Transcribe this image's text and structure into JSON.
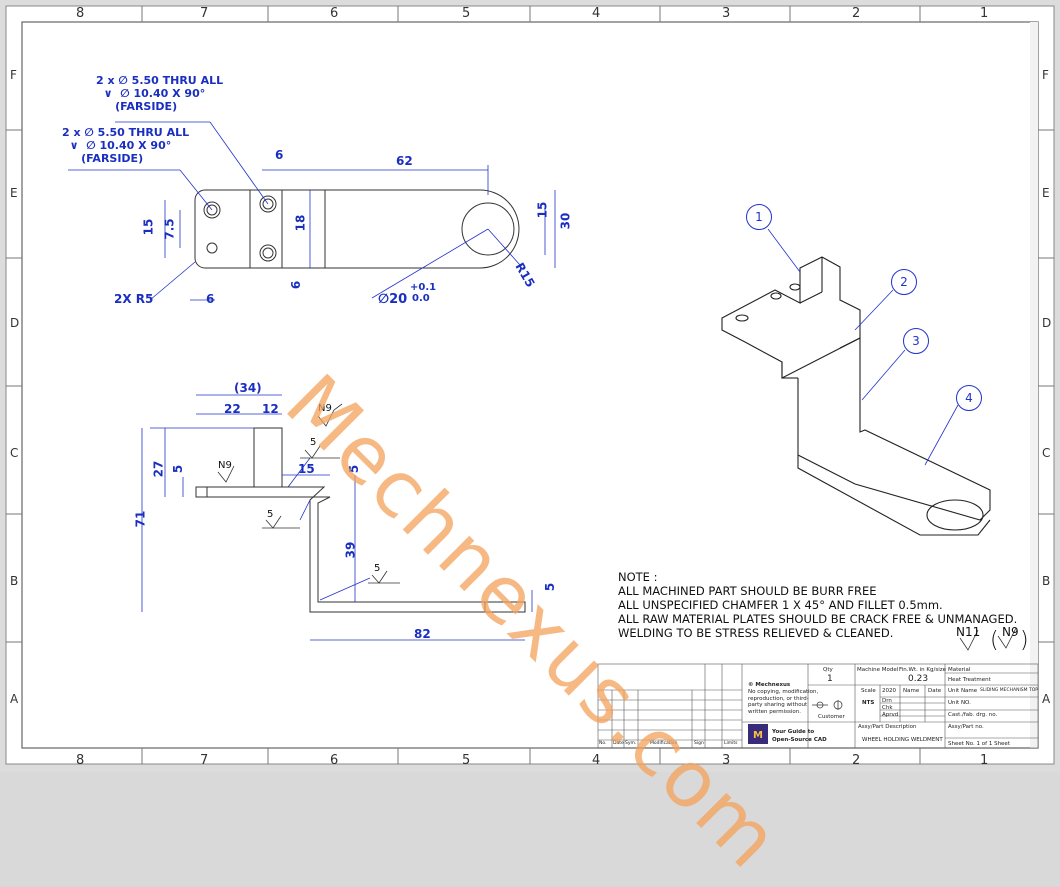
{
  "border": {
    "zones_x": [
      "8",
      "7",
      "6",
      "5",
      "4",
      "3",
      "2",
      "1"
    ],
    "zones_y": [
      "F",
      "E",
      "D",
      "C",
      "B",
      "A"
    ]
  },
  "top_view": {
    "hole_callout_1": "2 x ∅ 5.50 THRU ALL\n  ∨  ∅ 10.40 X 90°\n     (FARSIDE)",
    "hole_callout_2": "2 x ∅ 5.50 THRU ALL\n  ∨  ∅ 10.40 X 90°\n     (FARSIDE)",
    "dims": {
      "d6_top": "6",
      "d62": "62",
      "d15_left": "15",
      "d7_5": "7.5",
      "d18": "18",
      "d6_right": "6",
      "d15_right": "15",
      "d30": "30",
      "r15": "R15",
      "r5": "2X R5",
      "d6_bottom": "6",
      "bore_dia": "∅20",
      "bore_tol_top": "+0.1",
      "bore_tol_bot": "0.0"
    }
  },
  "front_view": {
    "dims": {
      "d34": "(34)",
      "d22": "22",
      "d12": "12",
      "d27": "27",
      "d5_a": "5",
      "d15": "15",
      "d5_b": "5",
      "d71": "71",
      "d39": "39",
      "d5_c": "5",
      "d82": "82"
    },
    "surface_1": "N9",
    "surface_2": "N9",
    "weld_1": "5",
    "weld_2": "5",
    "weld_3": "5"
  },
  "iso_view": {
    "balloons": [
      "1",
      "2",
      "3",
      "4"
    ]
  },
  "notes": {
    "title": "NOTE :",
    "lines": [
      "ALL MACHINED PART SHOULD BE BURR FREE",
      "ALL UNSPECIFIED CHAMFER 1 X 45° AND FILLET 0.5mm.",
      "ALL RAW MATERIAL PLATES SHOULD BE CRACK FREE & UNMANAGED.",
      "WELDING TO BE STRESS RELIEVED & CLEANED."
    ],
    "finish_main": "N11",
    "finish_paren": "N9"
  },
  "title_block": {
    "copyright": "© Mechnexus",
    "copyright_text": "No copying, modification,\nreproduction, or third-\nparty sharing without\nwritten permission.",
    "qty_label": "Qty",
    "qty": "1",
    "machine_model_label": "Machine Model",
    "fin_wt_label": "Fin.Wt. in Kg/size",
    "fin_wt": "0.23",
    "material_label": "Material",
    "heat_label": "Heat Treatment",
    "scale_label": "Scale",
    "scale": "NTS",
    "year": "2020",
    "name_label": "Name",
    "date_label": "Date",
    "unit_name_label": "Unit Name",
    "unit_name": "SLIDING MECHANISM TOP",
    "unit_no_label": "Unit NO.",
    "cast_label": "Cast./fab. drg. no.",
    "drn": "Drn",
    "chk": "Chk",
    "aprvd": "Aprvd",
    "customer_label": "Customer",
    "assy_part_label": "Assy/Part no.",
    "assy_desc_label": "Assy/Part Description",
    "desc": "WHEEL HOLDING WELDMENT",
    "sheet": "Sheet No. 1 of 1 Sheet",
    "guide_1": "Your Guide to",
    "guide_2": "Open-Source CAD",
    "rev_cols": [
      "No.",
      "Date",
      "Sym.",
      "Modification",
      "Sign",
      "Limits"
    ]
  },
  "watermark": "Mechnexus.com"
}
